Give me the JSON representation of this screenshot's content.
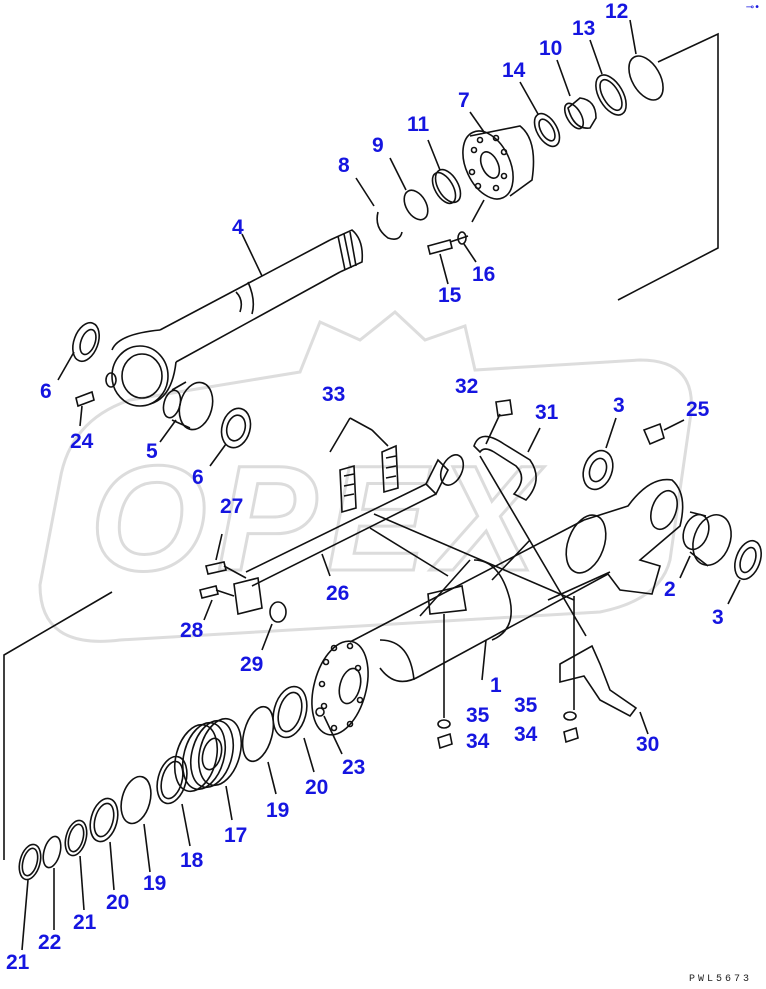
{
  "diagram": {
    "watermark": "OPEX",
    "drawing_code": "PWL5673",
    "corner_mark": "⊸•",
    "colors": {
      "label": "#1515e0",
      "line": "#111111",
      "watermark": "#e6e6e6"
    }
  },
  "labels": [
    {
      "id": "l12",
      "text": "12"
    },
    {
      "id": "l13",
      "text": "13"
    },
    {
      "id": "l10",
      "text": "10"
    },
    {
      "id": "l14",
      "text": "14"
    },
    {
      "id": "l7",
      "text": "7"
    },
    {
      "id": "l11",
      "text": "11"
    },
    {
      "id": "l9",
      "text": "9"
    },
    {
      "id": "l8",
      "text": "8"
    },
    {
      "id": "l4",
      "text": "4"
    },
    {
      "id": "l16",
      "text": "16"
    },
    {
      "id": "l15",
      "text": "15"
    },
    {
      "id": "l6a",
      "text": "6"
    },
    {
      "id": "l24",
      "text": "24"
    },
    {
      "id": "l5",
      "text": "5"
    },
    {
      "id": "l6b",
      "text": "6"
    },
    {
      "id": "l33",
      "text": "33"
    },
    {
      "id": "l32",
      "text": "32"
    },
    {
      "id": "l31",
      "text": "31"
    },
    {
      "id": "l3a",
      "text": "3"
    },
    {
      "id": "l25",
      "text": "25"
    },
    {
      "id": "l27",
      "text": "27"
    },
    {
      "id": "l26",
      "text": "26"
    },
    {
      "id": "l2",
      "text": "2"
    },
    {
      "id": "l3b",
      "text": "3"
    },
    {
      "id": "l28",
      "text": "28"
    },
    {
      "id": "l29",
      "text": "29"
    },
    {
      "id": "l1",
      "text": "1"
    },
    {
      "id": "l35a",
      "text": "35"
    },
    {
      "id": "l34a",
      "text": "34"
    },
    {
      "id": "l35b",
      "text": "35"
    },
    {
      "id": "l34b",
      "text": "34"
    },
    {
      "id": "l30",
      "text": "30"
    },
    {
      "id": "l23",
      "text": "23"
    },
    {
      "id": "l20a",
      "text": "20"
    },
    {
      "id": "l19a",
      "text": "19"
    },
    {
      "id": "l17",
      "text": "17"
    },
    {
      "id": "l18",
      "text": "18"
    },
    {
      "id": "l19b",
      "text": "19"
    },
    {
      "id": "l20b",
      "text": "20"
    },
    {
      "id": "l21a",
      "text": "21"
    },
    {
      "id": "l22",
      "text": "22"
    },
    {
      "id": "l21b",
      "text": "21"
    }
  ]
}
